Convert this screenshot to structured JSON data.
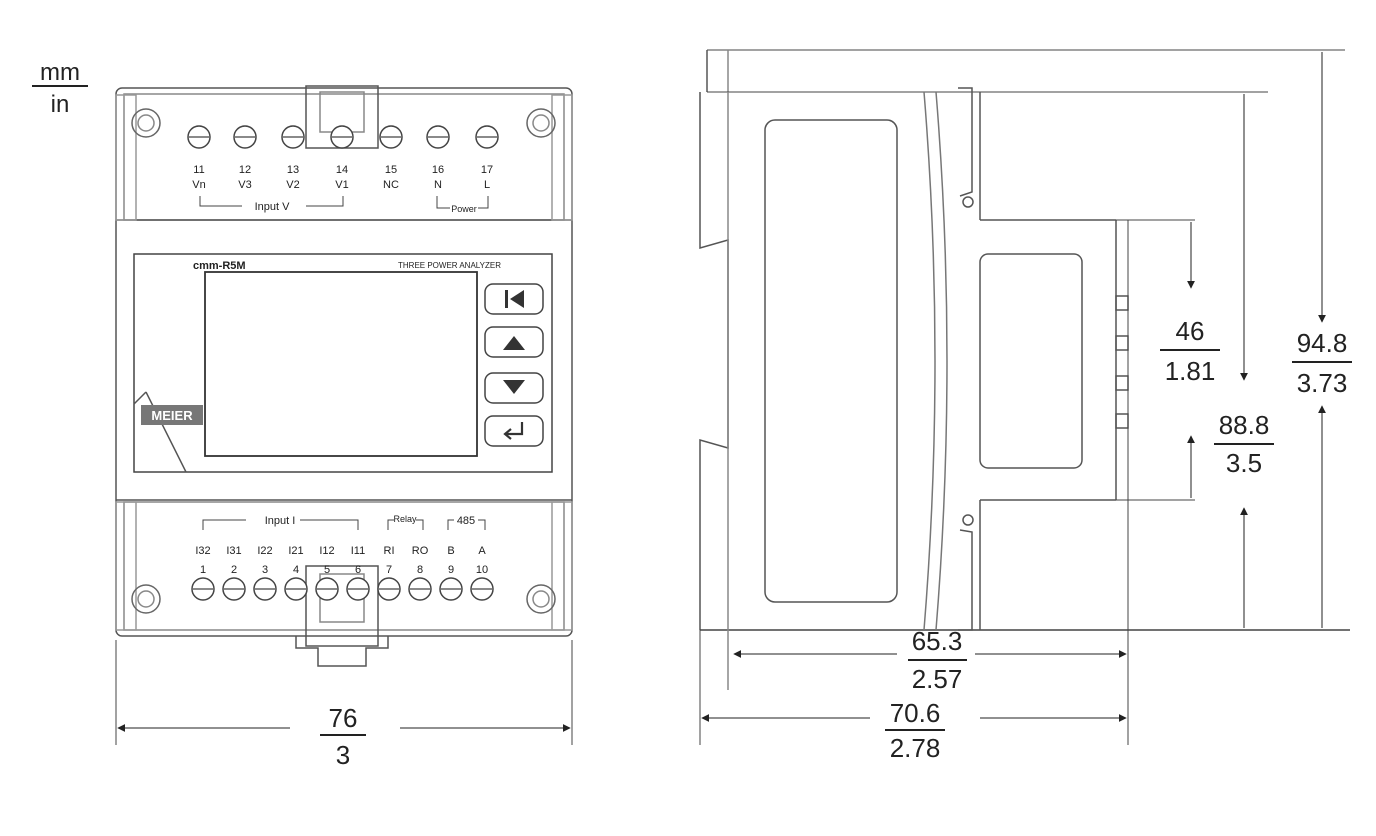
{
  "units": {
    "top": "mm",
    "bottom": "in"
  },
  "brand": {
    "model": "cmm-R5M",
    "title": "THREE POWER ANALYZER",
    "logo_text": "MEIER"
  },
  "top_terminals": {
    "numbers": [
      "11",
      "12",
      "13",
      "14",
      "15",
      "16",
      "17"
    ],
    "labels": [
      "Vn",
      "V3",
      "V2",
      "V1",
      "NC",
      "N",
      "L"
    ],
    "group_input": "Input V",
    "group_power": "Power"
  },
  "bottom_terminals": {
    "labels": [
      "I32",
      "I31",
      "I22",
      "I21",
      "I12",
      "I11",
      "RI",
      "RO",
      "B",
      "A"
    ],
    "numbers": [
      "1",
      "2",
      "3",
      "4",
      "5",
      "6",
      "7",
      "8",
      "9",
      "10"
    ],
    "group_input": "Input I",
    "group_relay": "Relay",
    "group_485": "485"
  },
  "buttons": [
    "back-button",
    "up-button",
    "down-button",
    "enter-button"
  ],
  "dimensions": {
    "width": {
      "mm": "76",
      "in": "3"
    },
    "depth_inner": {
      "mm": "65.3",
      "in": "2.57"
    },
    "depth_total": {
      "mm": "70.6",
      "in": "2.78"
    },
    "height_front": {
      "mm": "46",
      "in": "1.81"
    },
    "height_mid": {
      "mm": "88.8",
      "in": "3.5"
    },
    "height_total": {
      "mm": "94.8",
      "in": "3.73"
    }
  }
}
